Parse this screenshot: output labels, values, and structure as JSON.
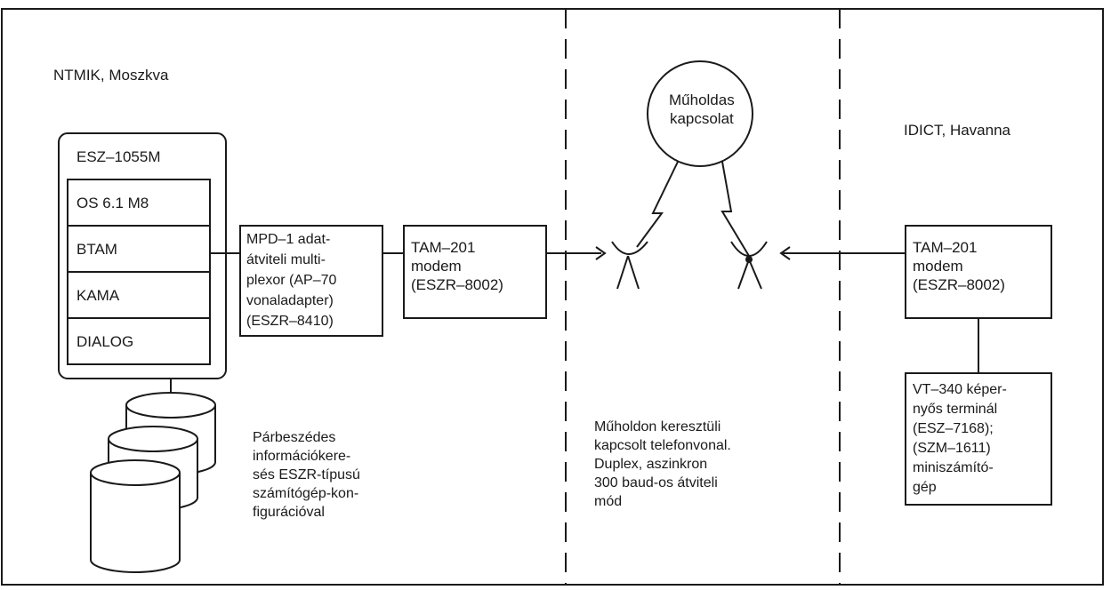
{
  "diagram": {
    "left_site": "NTMIK, Moszkva",
    "right_site": "IDICT, Havanna",
    "satellite": "Műholdas\nkapcsolat",
    "computer": {
      "title": "ESZ–1055M",
      "modules": [
        "OS 6.1 M8",
        "BTAM",
        "KAMA",
        "DIALOG"
      ]
    },
    "multiplexer": "MPD–1 adat-\nátviteli multi-\nplexor (AP–70\nvonaladapter)\n(ESZR–8410)",
    "modem_left": "TAM–201\nmodem\n(ESZR–8002)",
    "modem_right": "TAM–201\nmodem\n(ESZR–8002)",
    "terminal": "VT–340 képer-\nnyős terminál\n(ESZ–7168);\n(SZM–1611)\nminiszámító-\ngép",
    "note_left": "Párbeszédes\ninformációkere-\nsés ESZR-típusú\nszámítógép-kon-\nfigurációval",
    "note_middle": "Műholdon keresztüli\nkapcsolt telefonvonal.\nDuplex, aszinkron\n300 baud-os átviteli\nmód"
  }
}
